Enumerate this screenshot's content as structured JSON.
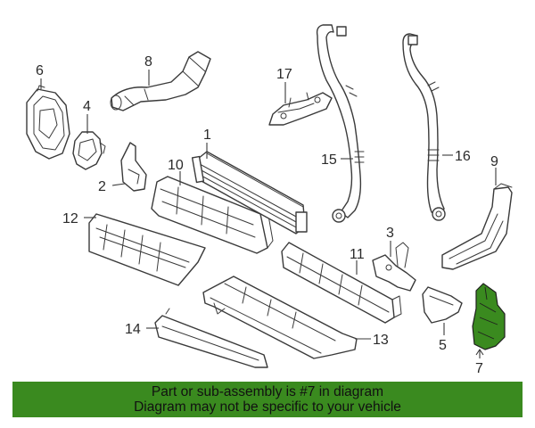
{
  "callouts": {
    "p1": "1",
    "p2": "2",
    "p3": "3",
    "p4": "4",
    "p5": "5",
    "p6": "6",
    "p7": "7",
    "p8": "8",
    "p9": "9",
    "p10": "10",
    "p11": "11",
    "p12": "12",
    "p13": "13",
    "p14": "14",
    "p15": "15",
    "p16": "16",
    "p17": "17"
  },
  "highlighted_part": "7",
  "highlight_color": "#3a8a1f",
  "banner": {
    "background": "#3a8a1f",
    "line1": "Part or sub-assembly is #7 in diagram",
    "line2": "Diagram may not be specific to your vehicle"
  }
}
